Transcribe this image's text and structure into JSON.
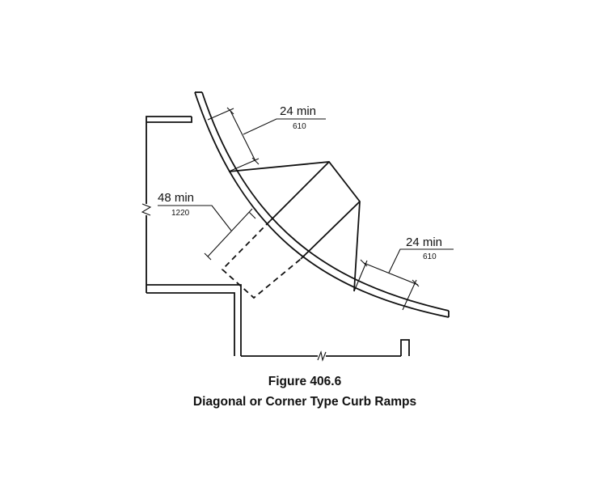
{
  "caption": {
    "figure_number": "Figure 406.6",
    "title": "Diagonal or Corner Type Curb Ramps"
  },
  "dimensions": {
    "top_flare": {
      "value": "24 min",
      "metric": "610"
    },
    "landing": {
      "value": "48 min",
      "metric": "1220"
    },
    "right_flare": {
      "value": "24 min",
      "metric": "610"
    }
  }
}
